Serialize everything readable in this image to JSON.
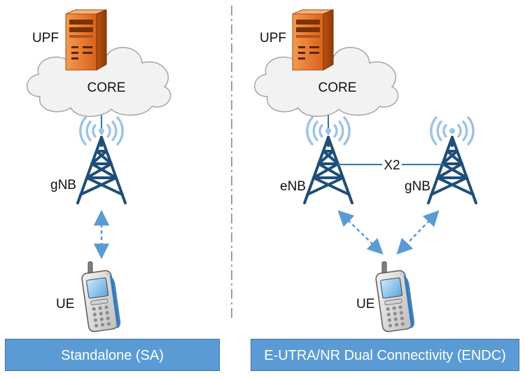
{
  "colors": {
    "accent": "#5b9bd5",
    "banner_border": "#41719c",
    "server": "#e8752a",
    "cloud_fill": "#f2f2f2",
    "tower_blue": "#1f4e79",
    "link_blue": "#2e75b6",
    "divider": "#7f7f7f"
  },
  "left": {
    "server_label": "UPF",
    "core_label": "CORE",
    "tower_label": "gNB",
    "ue_label": "UE",
    "banner": "Standalone (SA)"
  },
  "right": {
    "server_label": "UPF",
    "core_label": "CORE",
    "tower1_label": "eNB",
    "tower2_label": "gNB",
    "link_label": "X2",
    "ue_label": "UE",
    "banner": "E-UTRA/NR Dual Connectivity (ENDC)"
  },
  "icons": [
    "server-icon",
    "cloud-icon",
    "cell-tower-icon",
    "signal-waves-icon",
    "mobile-phone-icon"
  ]
}
